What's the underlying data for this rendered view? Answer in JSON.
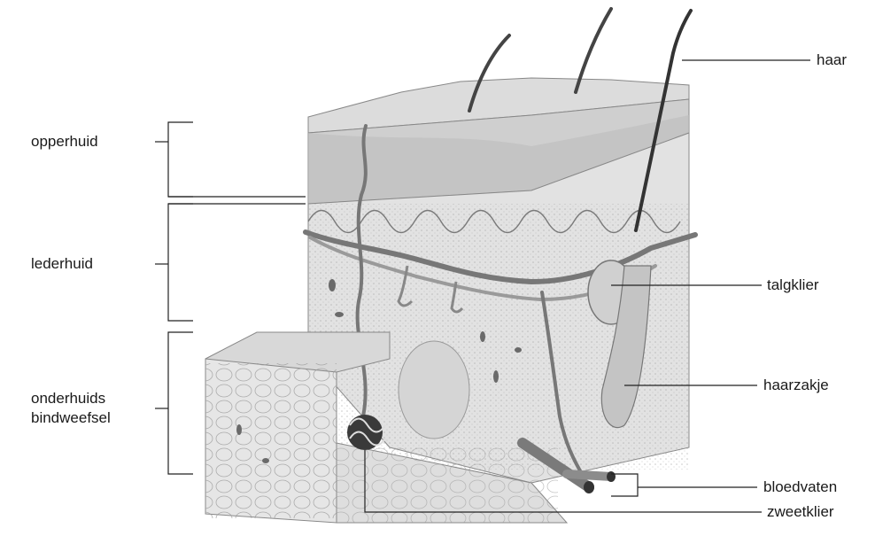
{
  "left_labels": {
    "epidermis": "opperhuid",
    "dermis": "lederhuid",
    "subcutis_line1": "onderhuids",
    "subcutis_line2": "bindweefsel"
  },
  "right_labels": {
    "hair": "haar",
    "sebaceous_gland": "talgklier",
    "hair_follicle": "haarzakje",
    "blood_vessels": "bloedvaten",
    "sweat_gland": "zweetklier"
  },
  "colors": {
    "text": "#1a1a1a",
    "line": "#222222",
    "skin_light": "#e4e4e4",
    "skin_mid": "#c9c9c9",
    "skin_dark": "#a8a8a8",
    "vessel": "#7a7a7a"
  }
}
